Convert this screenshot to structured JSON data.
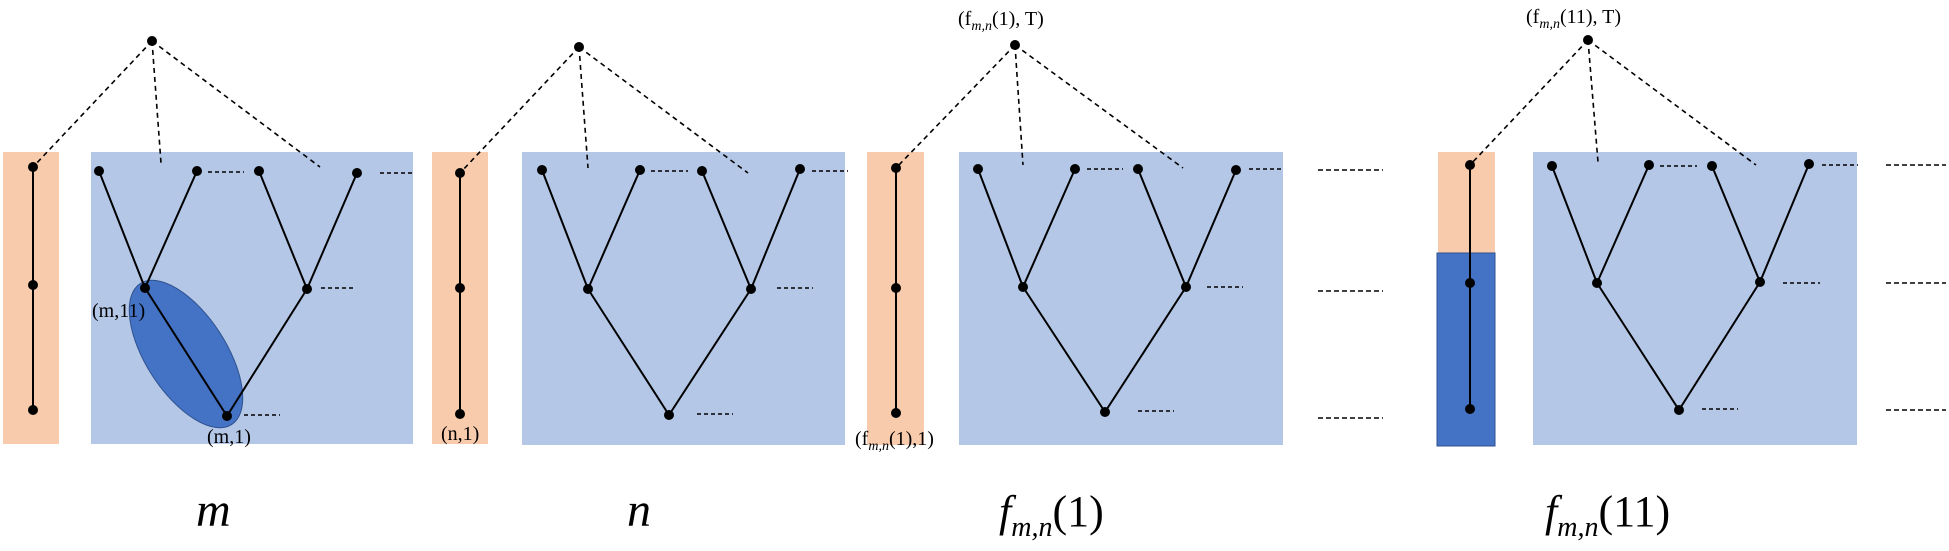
{
  "colors": {
    "orange_strip": "#F8CBAD",
    "blue_panel": "#B4C7E7",
    "highlight": "#4472C4",
    "line": "#000000"
  },
  "captions": {
    "m": {
      "main": "m",
      "sub": ""
    },
    "n": {
      "main": "n",
      "sub": ""
    },
    "f1": {
      "main": "f",
      "sub": "m,n",
      "arg": "(1)"
    },
    "f11": {
      "main": "f",
      "sub": "m,n",
      "arg": "(11)"
    }
  },
  "labels": {
    "m11": "(m,11)",
    "m1": "(m,1)",
    "n1": "(n,1)",
    "f1_strip": {
      "pre": "(f",
      "sub": "m,n",
      "post": "(1),1)"
    },
    "f1_top": {
      "pre": "(f",
      "sub": "m,n",
      "post": "(1), T)"
    },
    "f11_top": {
      "pre": "(f",
      "sub": "m,n",
      "post": "(11), T)"
    }
  },
  "ellipsis": "------"
}
